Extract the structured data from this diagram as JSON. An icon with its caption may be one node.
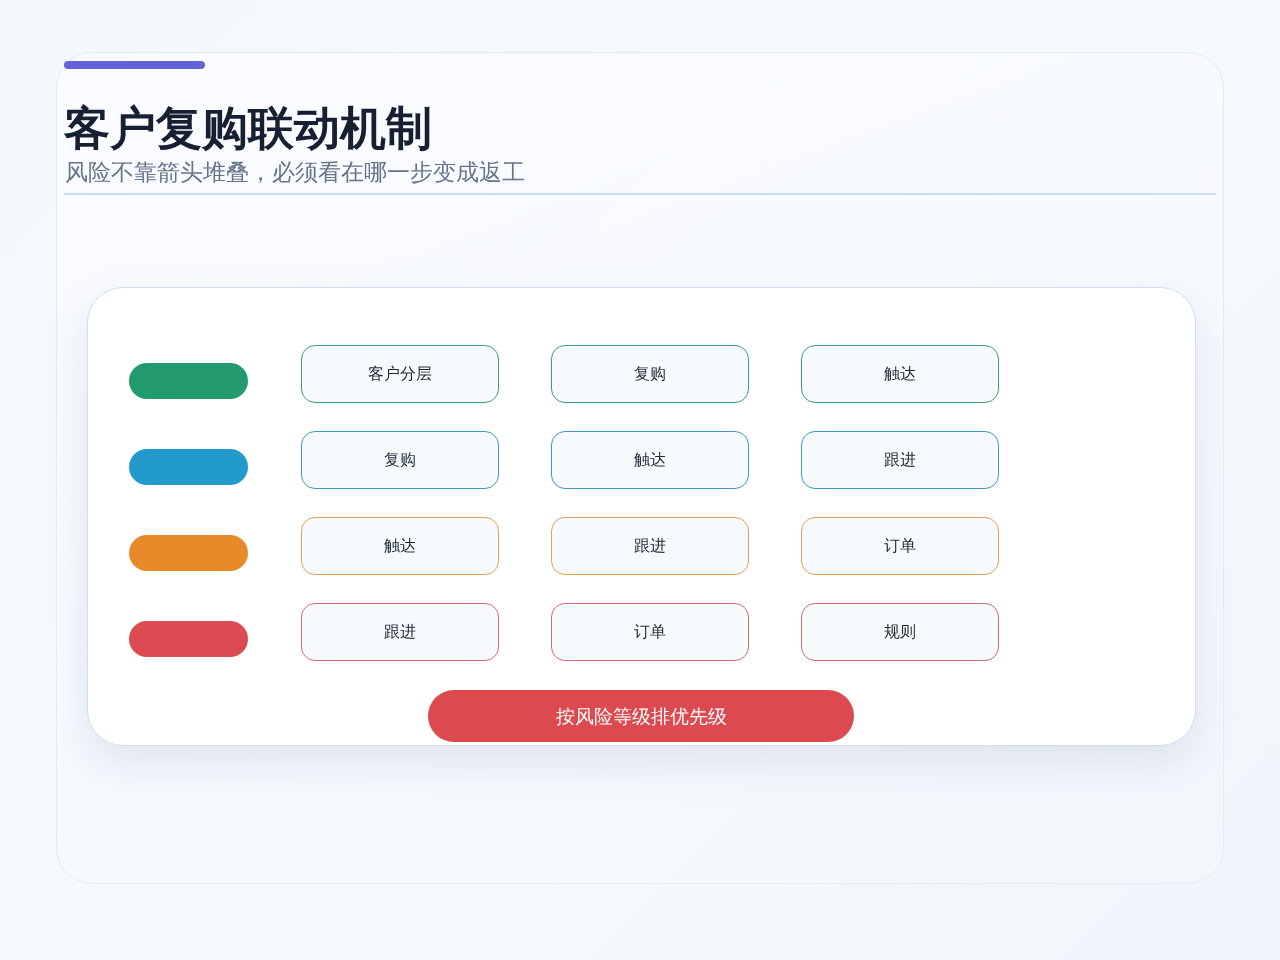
{
  "diagram": {
    "title": "客户复购联动机制",
    "nodes": [
      {
        "text": [],
        "shape": "box"
      },
      {
        "text": [],
        "shape": "bar",
        "in": 0
      },
      {
        "text": [
          "客户分层"
        ],
        "in": 0
      },
      {
        "text": [
          "复购"
        ],
        "in": 0
      },
      {
        "text": [
          "触达"
        ],
        "in": 0
      },
      {
        "text": [],
        "shape": "bar",
        "in": 0
      },
      {
        "text": [
          "复购"
        ],
        "in": 0
      },
      {
        "text": [
          "触达"
        ],
        "in": 0
      },
      {
        "text": [
          "跟进"
        ],
        "in": 0
      },
      {
        "text": [],
        "shape": "bar",
        "in": 0
      },
      {
        "text": [
          "触达"
        ],
        "in": 0
      },
      {
        "text": [
          "跟进"
        ],
        "in": 0
      },
      {
        "text": [
          "订单"
        ],
        "in": 0
      },
      {
        "text": [],
        "shape": "bar",
        "in": 0
      },
      {
        "text": [
          "跟进"
        ],
        "in": 0
      },
      {
        "text": [
          "订单"
        ],
        "in": 0
      },
      {
        "text": [
          "规则"
        ],
        "in": 0
      },
      {
        "text": [
          "按风险等级排优先级"
        ],
        "in": 0
      }
    ],
    "edges": [],
    "labels": [
      "风险不靠箭头堆叠，必须看在哪一步变成返工"
    ]
  }
}
